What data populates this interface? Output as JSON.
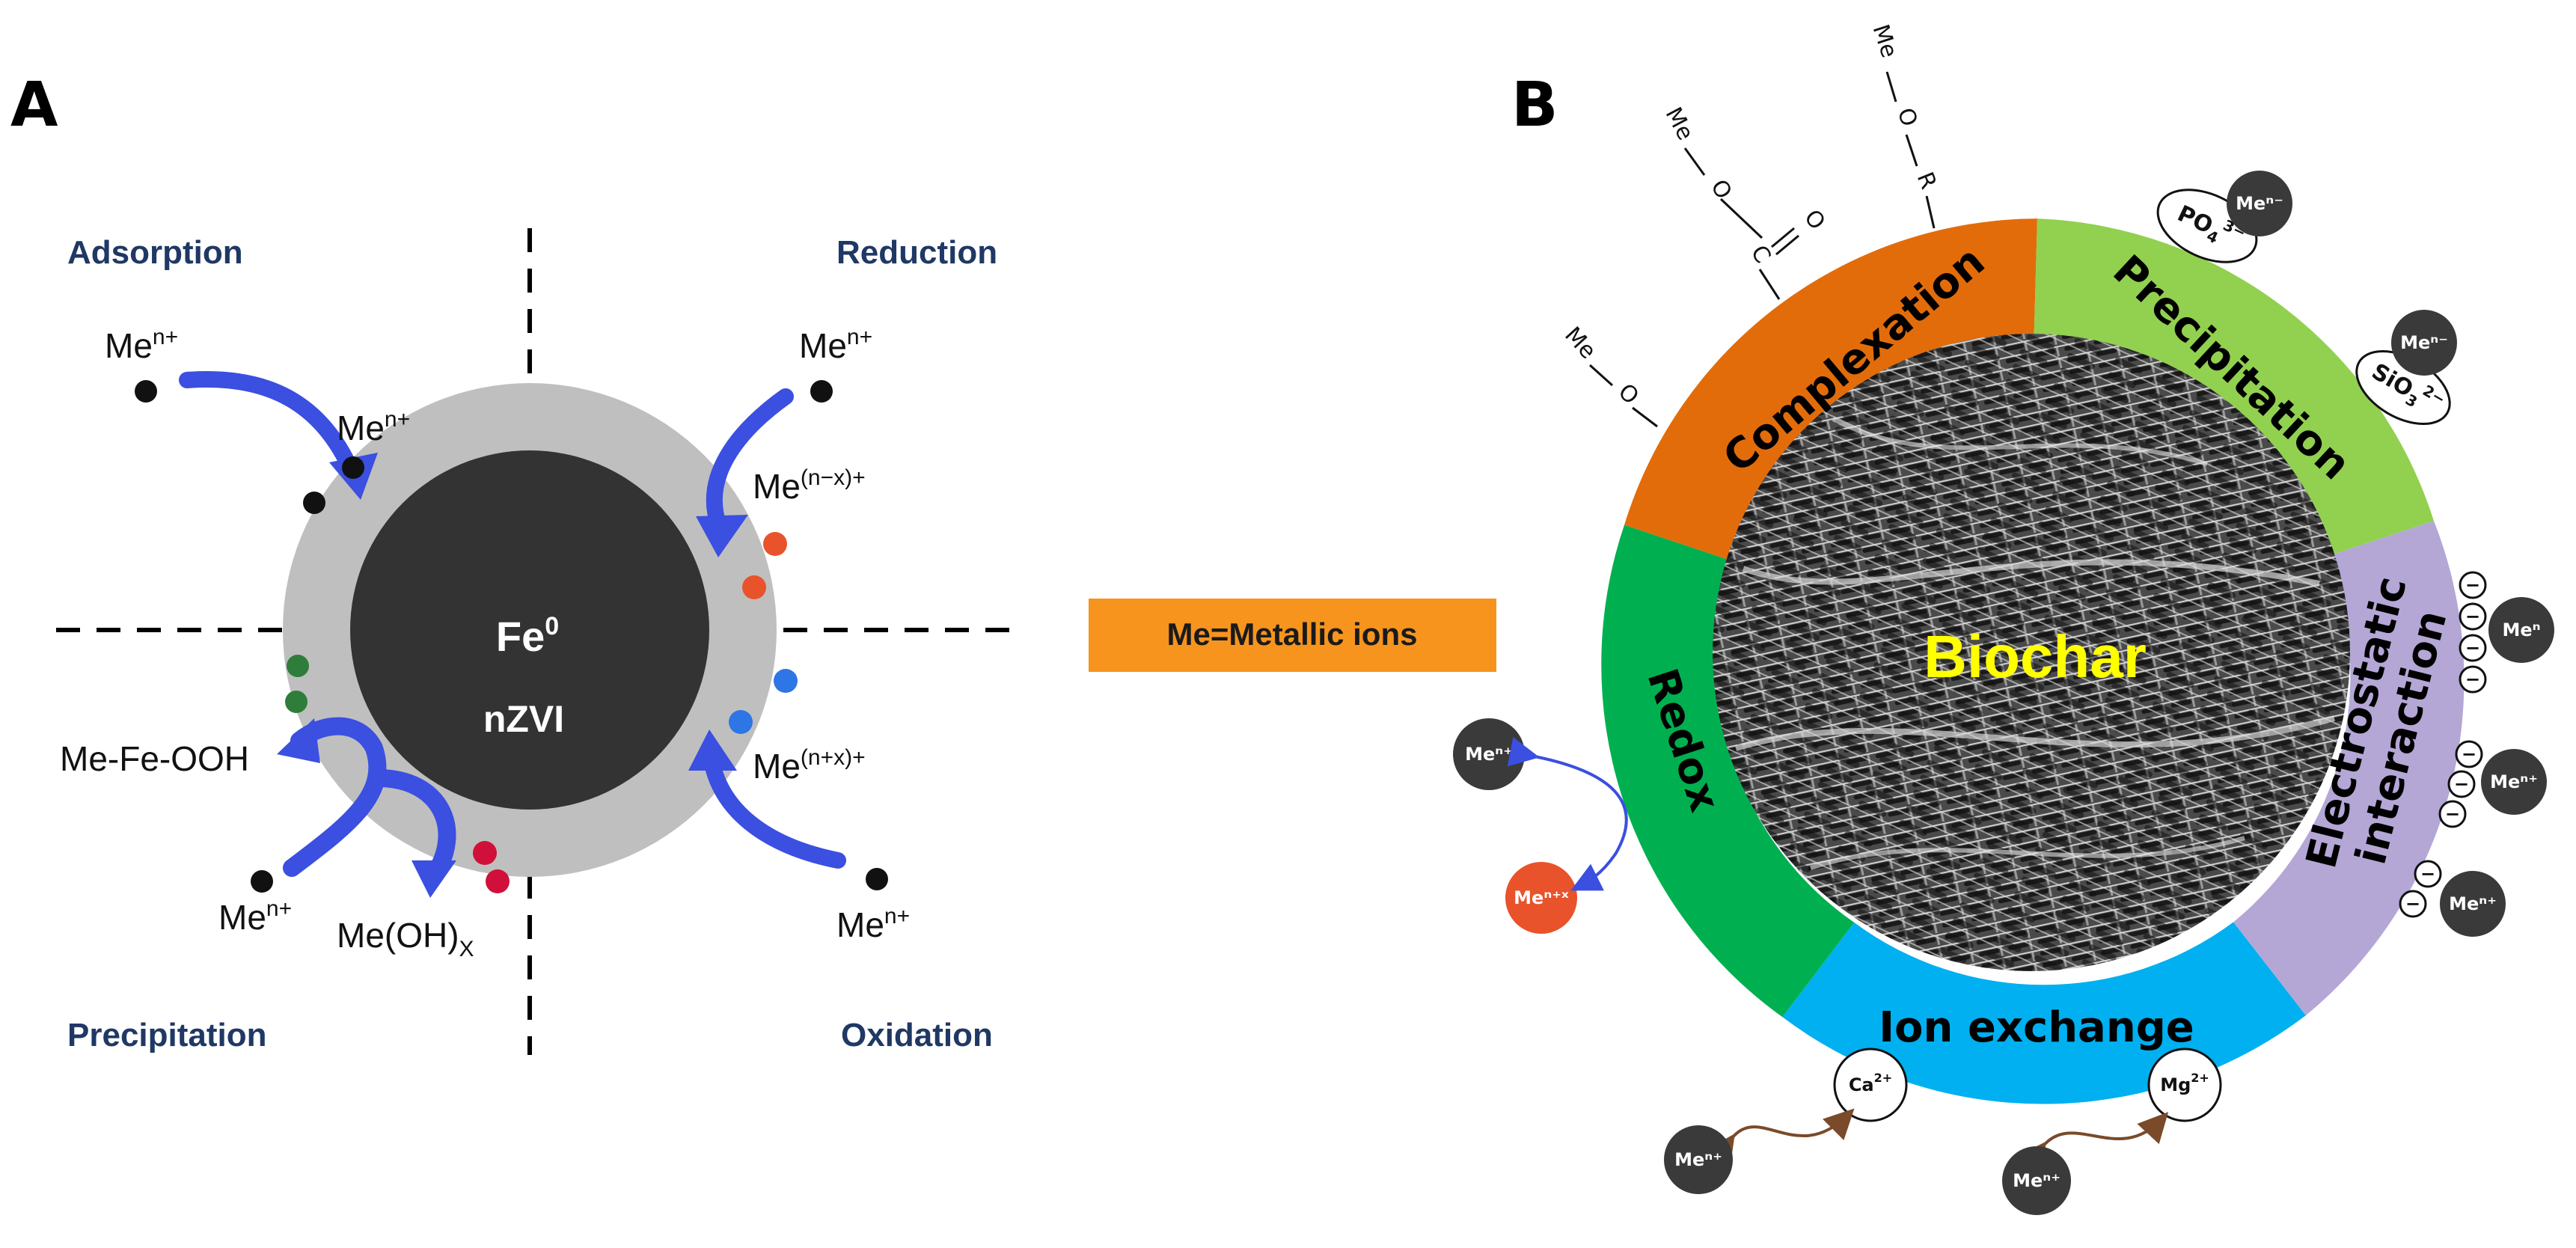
{
  "panelA": {
    "letter": "A",
    "quadrants": {
      "adsorption": "Adsorption",
      "reduction": "Reduction",
      "precipitation": "Precipitation",
      "oxidation": "Oxidation"
    },
    "core": {
      "line1": "Fe",
      "line1_sup": "0",
      "line2": "nZVI"
    },
    "labels": {
      "me_base": "Me",
      "ion_sup": "n+",
      "reduced_sup": "(n−x)+",
      "oxidized_sup": "(n+x)+",
      "feooh": "Me-Fe-OOH",
      "hydroxide": "Me(OH)",
      "hydroxide_sub": "X"
    }
  },
  "legend": {
    "text": "Me=Metallic ions",
    "color": "#f7941d"
  },
  "panelB": {
    "letter": "B",
    "center_label": "Biochar",
    "segments": {
      "complexation": {
        "label": "Complexation",
        "color": "#e36c0a"
      },
      "precipitation": {
        "label": "Precipitation",
        "color": "#92d050"
      },
      "electrostatic": {
        "label1": "Electrostatic",
        "label2": "interaction",
        "color": "#b4a7d6"
      },
      "ion_exchange": {
        "label": "Ion exchange",
        "color": "#00b0f0"
      },
      "redox": {
        "label": "Redox",
        "color": "#00b050"
      }
    },
    "chem": {
      "me": "Me",
      "o": "O",
      "c": "C",
      "r": "R",
      "po4": "PO",
      "po4_sub": "4",
      "po4_sup": "3−",
      "sio3": "SiO",
      "sio3_sub": "3",
      "sio3_sup": "2−",
      "ca": "Ca",
      "ca_sup": "2+",
      "mg": "Mg",
      "mg_sup": "2+",
      "minus": "−"
    },
    "ion_labels": {
      "me_n_minus": "Meⁿ⁻",
      "me_n": "Meⁿ",
      "me_n_plus": "Meⁿ⁺",
      "me_n_plus_x": "Meⁿ⁺ˣ"
    }
  },
  "colors": {
    "arrow": "#3b4fe0",
    "shell": "#bfbfbf",
    "core": "#333333",
    "dot_red": "#e8532b",
    "dot_blue": "#2e75e6",
    "dot_green": "#2f7d3a",
    "dot_crimson": "#d0103a",
    "ion_dark": "#3a3a3a",
    "ion_orange": "#e8532b",
    "curve_brown": "#7a4a2a"
  }
}
